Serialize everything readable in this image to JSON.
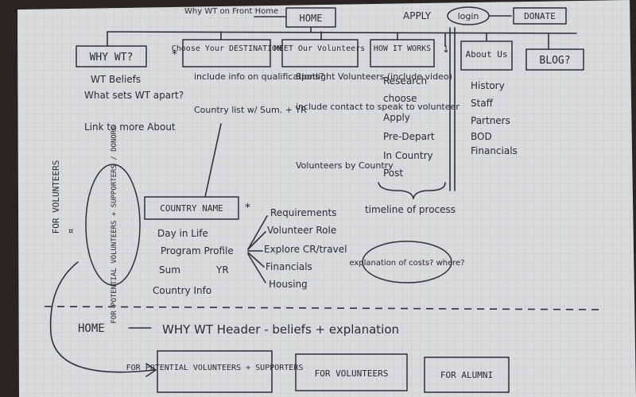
{
  "sitemap": {
    "note_top": "Why WT on Front Home",
    "home": "HOME",
    "apply": "APPLY",
    "login": "login",
    "donate": "DONATE",
    "blog": "BLOG?",
    "nav": [
      {
        "label": "WHY WT?",
        "items": [
          "WT Beliefs",
          "What sets WT apart?",
          "Link to more About"
        ]
      },
      {
        "label": "Choose Your DESTINATION",
        "items": [
          "include info on qualifications?",
          "Country list w/ Sum. + YR"
        ]
      },
      {
        "label": "MEET Our Volunteers",
        "items": [
          "Spotlight Volunteers (include video)",
          "include contact to speak to volunteer",
          "Volunteers by Country"
        ]
      },
      {
        "label": "HOW IT WORKS",
        "items": [
          "Research",
          "choose",
          "Apply",
          "Pre-Depart",
          "In Country",
          "Post"
        ]
      },
      {
        "label": "About Us",
        "items": [
          "History",
          "Staff",
          "Partners",
          "BOD",
          "Financials"
        ]
      }
    ],
    "timeline_note": "timeline of process",
    "costs_note": "explanation of costs? where?",
    "country": {
      "title": "COUNTRY NAME",
      "items": [
        "Day in Life",
        "Program Profile",
        "Sum",
        "YR",
        "Country Info"
      ],
      "program_sub": [
        "Requirements",
        "Volunteer Role",
        "Explore CR/travel",
        "Financials",
        "Housing"
      ]
    },
    "side_oval": "FOR POTENTIAL VOLUNTEERS + SUPPORTERS / DONORS",
    "margin_note": "FOR VOLUNTEERS",
    "home_strip": {
      "home": "HOME",
      "header": "WHY WT Header - beliefs + explanation",
      "boxes": [
        "FOR POTENTIAL VOLUNTEERS + SUPPORTERS",
        "FOR VOLUNTEERS",
        "FOR ALUMNI"
      ]
    }
  }
}
